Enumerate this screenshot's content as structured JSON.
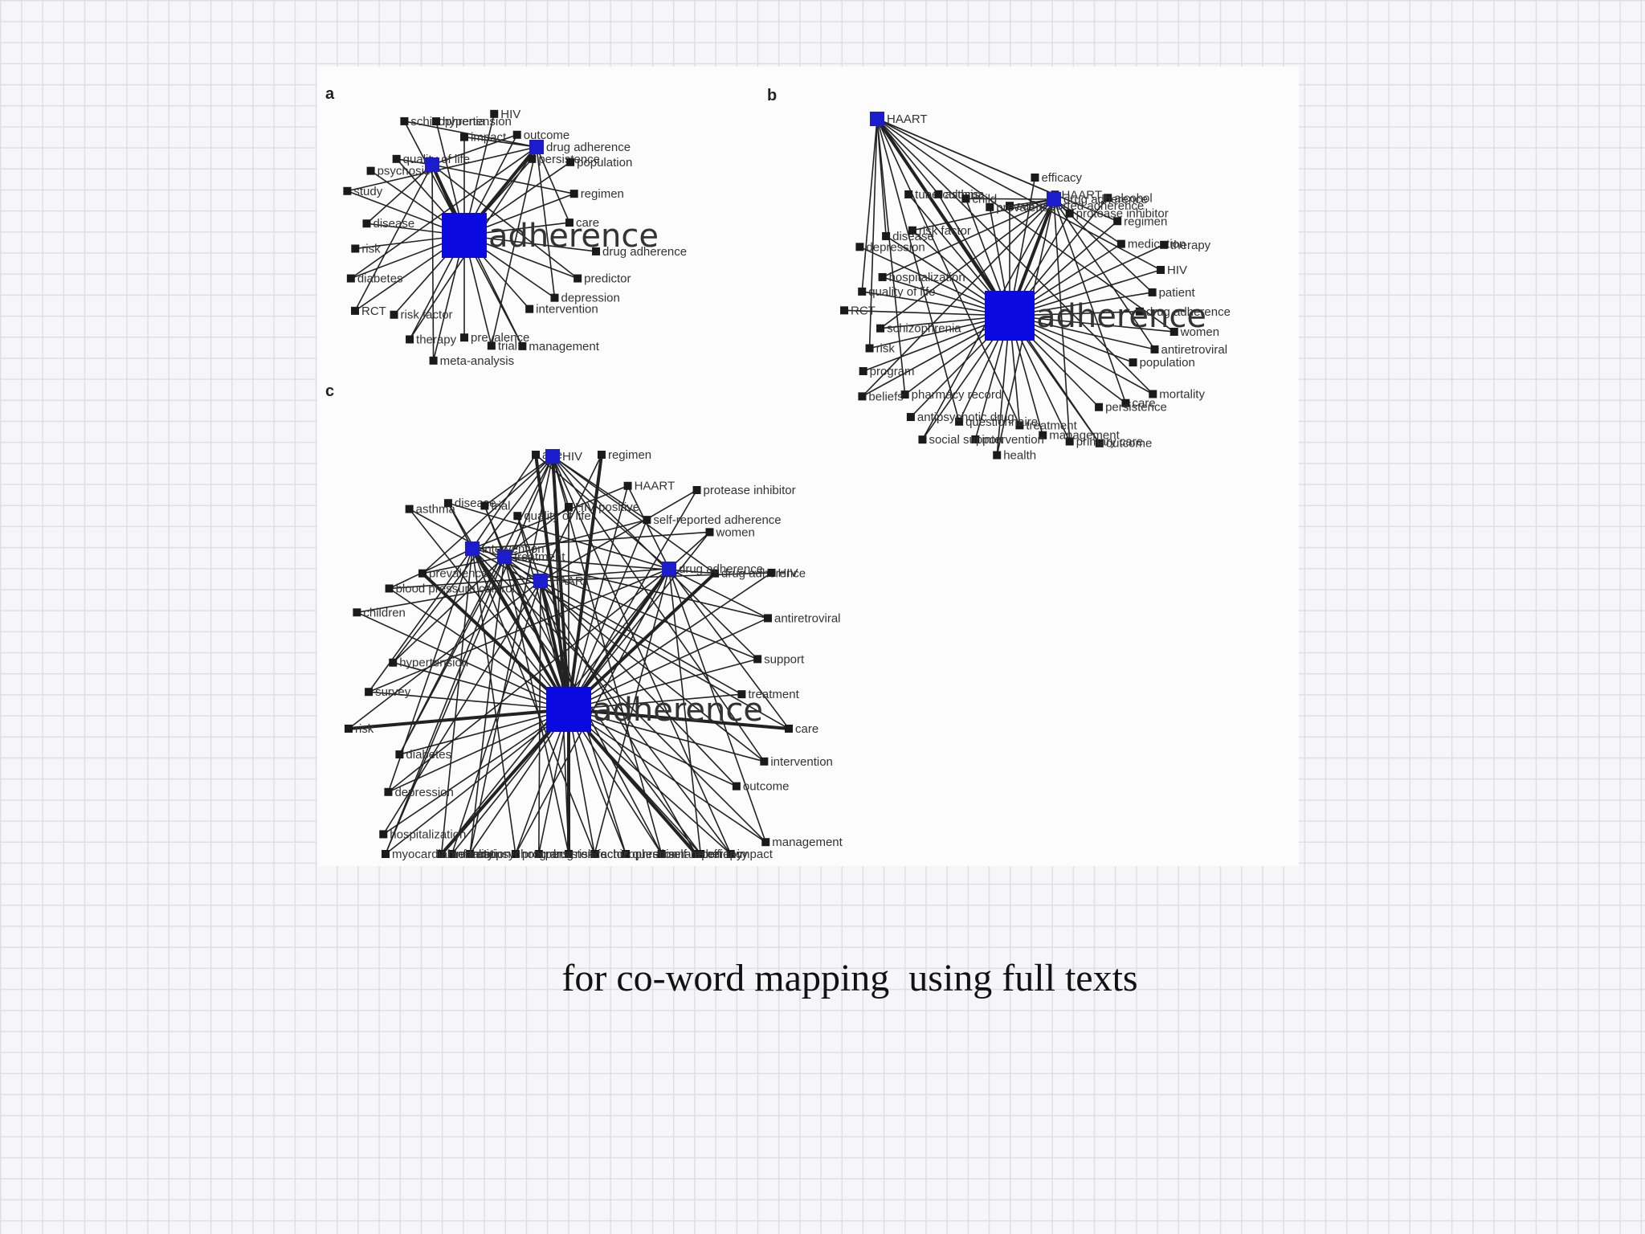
{
  "caption": "for co-word mapping  using full texts",
  "panels": [
    {
      "label": "a",
      "main": "adherence",
      "hubs": [
        "drug adherence",
        ""
      ],
      "terms": [
        "impact",
        "HIV",
        "outcome",
        "persistence",
        "population",
        "regimen",
        "care",
        "drug adherence",
        "predictor",
        "depression",
        "intervention",
        "management",
        "trial",
        "prevalence",
        "meta-analysis",
        "therapy",
        "risk factor",
        "RCT",
        "diabetes",
        "risk",
        "disease",
        "study",
        "psychosis",
        "quality of life",
        "schizophrenia",
        "hypertension"
      ]
    },
    {
      "label": "b",
      "main": "adherence",
      "hubs": [
        "drug adherence",
        "HAART"
      ],
      "terms": [
        "self-reported adherence",
        "efficacy",
        "HAART",
        "protease inhibitor",
        "alcohol",
        "regimen",
        "medication",
        "therapy",
        "HIV",
        "patient",
        "drug adherence",
        "women",
        "antiretroviral",
        "population",
        "mortality",
        "care",
        "persistence",
        "outcome",
        "primary care",
        "management",
        "treatment",
        "health",
        "intervention",
        "questionnaire",
        "social support",
        "antipsychotic drug",
        "pharmacy record",
        "beliefs",
        "program",
        "risk",
        "schizophrenia",
        "RCT",
        "quality of life",
        "hospitalization",
        "depression",
        "disease",
        "risk factor",
        "tuberculosis",
        "asthma",
        "child",
        "prevalence"
      ]
    },
    {
      "label": "c",
      "main": "adherence",
      "hubs": [
        "HIV",
        "drug adherence",
        "HAART",
        "treatment",
        "intervention"
      ],
      "terms": [
        "HIV positive",
        "regimen",
        "HAART",
        "self-reported adherence",
        "protease inhibitor",
        "women",
        "drug adherence",
        "HIV",
        "antiretroviral",
        "support",
        "treatment",
        "care",
        "intervention",
        "outcome",
        "management",
        "impact",
        "therapy",
        "efficacy",
        "self-report",
        "questionnaire",
        "schizophrenia",
        "risk factor",
        "persistence",
        "program",
        "antipsychotic drug",
        "education",
        "mortality",
        "myocardial infarction",
        "hospitalization",
        "depression",
        "diabetes",
        "risk",
        "survey",
        "hypertension",
        "children",
        "blood pressure control",
        "prevalence",
        "asthma",
        "disease",
        "trial",
        "quality of life",
        "age"
      ]
    }
  ]
}
